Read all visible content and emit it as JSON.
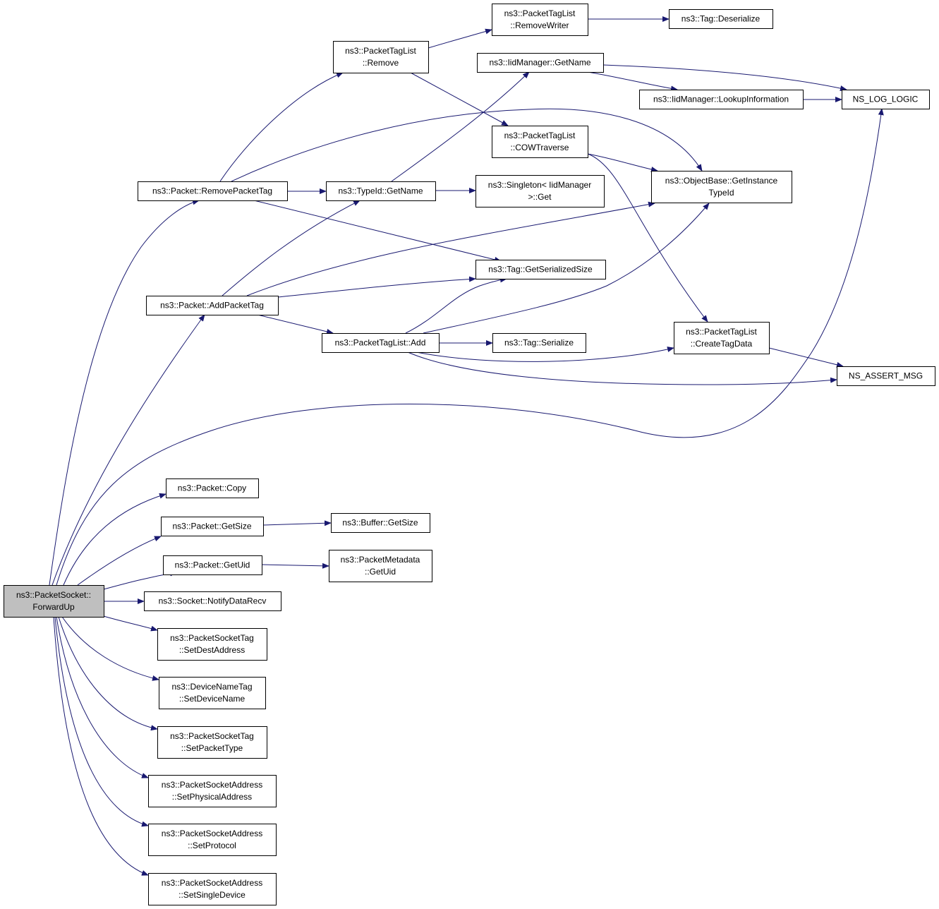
{
  "graph": {
    "colors": {
      "edge": "#191970",
      "root_fill": "#bfbfbf",
      "node_fill": "#ffffff",
      "border": "#000000"
    },
    "nodes": [
      {
        "id": "forwardup",
        "lines": [
          "ns3::PacketSocket::",
          "ForwardUp"
        ],
        "root": true
      },
      {
        "id": "removepackettag",
        "lines": [
          "ns3::Packet::RemovePacketTag"
        ]
      },
      {
        "id": "addpackettag",
        "lines": [
          "ns3::Packet::AddPacketTag"
        ]
      },
      {
        "id": "copy",
        "lines": [
          "ns3::Packet::Copy"
        ]
      },
      {
        "id": "getsize",
        "lines": [
          "ns3::Packet::GetSize"
        ]
      },
      {
        "id": "getuid",
        "lines": [
          "ns3::Packet::GetUid"
        ]
      },
      {
        "id": "notifydatarecv",
        "lines": [
          "ns3::Socket::NotifyDataRecv"
        ]
      },
      {
        "id": "setdestaddress",
        "lines": [
          "ns3::PacketSocketTag",
          "::SetDestAddress"
        ]
      },
      {
        "id": "setdevicename",
        "lines": [
          "ns3::DeviceNameTag",
          "::SetDeviceName"
        ]
      },
      {
        "id": "setpackettype",
        "lines": [
          "ns3::PacketSocketTag",
          "::SetPacketType"
        ]
      },
      {
        "id": "setphysicaladdress",
        "lines": [
          "ns3::PacketSocketAddress",
          "::SetPhysicalAddress"
        ]
      },
      {
        "id": "setprotocol",
        "lines": [
          "ns3::PacketSocketAddress",
          "::SetProtocol"
        ]
      },
      {
        "id": "setsingledevice",
        "lines": [
          "ns3::PacketSocketAddress",
          "::SetSingleDevice"
        ]
      },
      {
        "id": "ptlremove",
        "lines": [
          "ns3::PacketTagList",
          "::Remove"
        ]
      },
      {
        "id": "typeidgetname",
        "lines": [
          "ns3::TypeId::GetName"
        ]
      },
      {
        "id": "ptladd",
        "lines": [
          "ns3::PacketTagList::Add"
        ]
      },
      {
        "id": "buffergetsize",
        "lines": [
          "ns3::Buffer::GetSize"
        ]
      },
      {
        "id": "pmgetuid",
        "lines": [
          "ns3::PacketMetadata",
          "::GetUid"
        ]
      },
      {
        "id": "removewriter",
        "lines": [
          "ns3::PacketTagList",
          "::RemoveWriter"
        ]
      },
      {
        "id": "iidgetname",
        "lines": [
          "ns3::IidManager::GetName"
        ]
      },
      {
        "id": "cowtraverse",
        "lines": [
          "ns3::PacketTagList",
          "::COWTraverse"
        ]
      },
      {
        "id": "singletonget",
        "lines": [
          "ns3::Singleton< IidManager",
          ">::Get"
        ]
      },
      {
        "id": "taggetserializedsize",
        "lines": [
          "ns3::Tag::GetSerializedSize"
        ]
      },
      {
        "id": "tagserialize",
        "lines": [
          "ns3::Tag::Serialize"
        ]
      },
      {
        "id": "tagdeserialize",
        "lines": [
          "ns3::Tag::Deserialize"
        ]
      },
      {
        "id": "lookupinformation",
        "lines": [
          "ns3::IidManager::LookupInformation"
        ]
      },
      {
        "id": "getinstancetypeid",
        "lines": [
          "ns3::ObjectBase::GetInstance",
          "TypeId"
        ]
      },
      {
        "id": "createtagdata",
        "lines": [
          "ns3::PacketTagList",
          "::CreateTagData"
        ]
      },
      {
        "id": "nsloglogic",
        "lines": [
          "NS_LOG_LOGIC"
        ]
      },
      {
        "id": "nsassertmsg",
        "lines": [
          "NS_ASSERT_MSG"
        ]
      }
    ],
    "edges": [
      {
        "from": "forwardup",
        "to": "removepackettag"
      },
      {
        "from": "forwardup",
        "to": "addpackettag"
      },
      {
        "from": "forwardup",
        "to": "nsloglogic"
      },
      {
        "from": "forwardup",
        "to": "copy"
      },
      {
        "from": "forwardup",
        "to": "getsize"
      },
      {
        "from": "forwardup",
        "to": "getuid"
      },
      {
        "from": "forwardup",
        "to": "notifydatarecv"
      },
      {
        "from": "forwardup",
        "to": "setdestaddress"
      },
      {
        "from": "forwardup",
        "to": "setdevicename"
      },
      {
        "from": "forwardup",
        "to": "setpackettype"
      },
      {
        "from": "forwardup",
        "to": "setphysicaladdress"
      },
      {
        "from": "forwardup",
        "to": "setprotocol"
      },
      {
        "from": "forwardup",
        "to": "setsingledevice"
      },
      {
        "from": "removepackettag",
        "to": "ptlremove"
      },
      {
        "from": "removepackettag",
        "to": "getinstancetypeid"
      },
      {
        "from": "removepackettag",
        "to": "typeidgetname"
      },
      {
        "from": "removepackettag",
        "to": "taggetserializedsize"
      },
      {
        "from": "addpackettag",
        "to": "typeidgetname"
      },
      {
        "from": "addpackettag",
        "to": "getinstancetypeid"
      },
      {
        "from": "addpackettag",
        "to": "taggetserializedsize"
      },
      {
        "from": "addpackettag",
        "to": "ptladd"
      },
      {
        "from": "ptlremove",
        "to": "removewriter"
      },
      {
        "from": "ptlremove",
        "to": "cowtraverse"
      },
      {
        "from": "removewriter",
        "to": "tagdeserialize"
      },
      {
        "from": "typeidgetname",
        "to": "iidgetname"
      },
      {
        "from": "typeidgetname",
        "to": "singletonget"
      },
      {
        "from": "iidgetname",
        "to": "nsloglogic"
      },
      {
        "from": "iidgetname",
        "to": "lookupinformation"
      },
      {
        "from": "lookupinformation",
        "to": "nsloglogic"
      },
      {
        "from": "cowtraverse",
        "to": "getinstancetypeid"
      },
      {
        "from": "cowtraverse",
        "to": "createtagdata"
      },
      {
        "from": "ptladd",
        "to": "taggetserializedsize"
      },
      {
        "from": "ptladd",
        "to": "getinstancetypeid"
      },
      {
        "from": "ptladd",
        "to": "tagserialize"
      },
      {
        "from": "ptladd",
        "to": "createtagdata"
      },
      {
        "from": "ptladd",
        "to": "nsassertmsg"
      },
      {
        "from": "getsize",
        "to": "buffergetsize"
      },
      {
        "from": "getuid",
        "to": "pmgetuid"
      },
      {
        "from": "createtagdata",
        "to": "nsassertmsg"
      }
    ]
  }
}
